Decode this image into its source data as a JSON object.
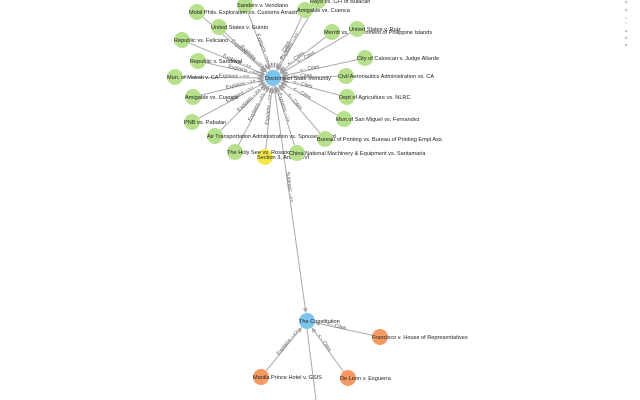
{
  "graph": {
    "colors": {
      "doctrine": "#7cc3ee",
      "case": "#b7e08c",
      "provision": "#f3e94a",
      "external": "#f29a62",
      "edge": "#aaaaaa"
    },
    "edge_labels": {
      "explains": "Explains -->>",
      "cites": "<-- Cites",
      "subtopic": "Subtopic -->>"
    },
    "nodes": [
      {
        "id": "doctrine-state-immunity",
        "label": "Doctrine of State Immunity",
        "kind": "doctrine"
      },
      {
        "id": "the-constitution",
        "label": "The Constitution",
        "kind": "doctrine"
      },
      {
        "id": "section-3-article-xvi",
        "label": "Section 3, Article XVI",
        "kind": "provision"
      },
      {
        "id": "rayo",
        "label": "Rayo vs. CFI of Bulacan",
        "kind": "case"
      },
      {
        "id": "sanders",
        "label": "Sanders v. Veridiano",
        "kind": "case"
      },
      {
        "id": "mobil",
        "label": "Mobil Phils. Exploration vs. Customs Arrastre",
        "kind": "case"
      },
      {
        "id": "amigable-top",
        "label": "Amigable vs. Cuenca",
        "kind": "case"
      },
      {
        "id": "merritt",
        "label": "Merritt vs. Government of Philippine Islands",
        "kind": "case"
      },
      {
        "id": "us-guinto",
        "label": "United States v. Guinto",
        "kind": "case"
      },
      {
        "id": "us-ruiz",
        "label": "United States v. Ruiz",
        "kind": "case"
      },
      {
        "id": "rep-feliciano",
        "label": "Republic vs. Feliciano",
        "kind": "case"
      },
      {
        "id": "rep-sandoval",
        "label": "Republic v. Sandoval",
        "kind": "case"
      },
      {
        "id": "caloocan",
        "label": "City of Caloocan v. Judge Allarde",
        "kind": "case"
      },
      {
        "id": "civil-aero",
        "label": "Civil Aeronautics Administration vs. CA",
        "kind": "case"
      },
      {
        "id": "makati",
        "label": "Mun. of Makati v. CA",
        "kind": "case"
      },
      {
        "id": "amigable-mid",
        "label": "Amigable vs. Cuenca",
        "kind": "case"
      },
      {
        "id": "dept-agri",
        "label": "Dept of Agriculture vs. NLRC",
        "kind": "case"
      },
      {
        "id": "pnb",
        "label": "PNB vs. Pabalan",
        "kind": "case"
      },
      {
        "id": "san-miguel",
        "label": "Mun.of San Miguel vs. Fernandez",
        "kind": "case"
      },
      {
        "id": "air-transport",
        "label": "Air Transportation Administration vs. Spouses David",
        "kind": "case"
      },
      {
        "id": "bureau-printing",
        "label": "Bureau of Printing vs. Bureau of Printing Empl Ass.",
        "kind": "case"
      },
      {
        "id": "holy-see",
        "label": "The Holy See vs. Rosario",
        "kind": "case"
      },
      {
        "id": "china-national",
        "label": "China National Machinery & Equipment vs. Santamaria",
        "kind": "case"
      },
      {
        "id": "francisco",
        "label": "Francisco v. House of Representatives",
        "kind": "external"
      },
      {
        "id": "manila-prince",
        "label": "Manila Prince Hotel v. GSIS",
        "kind": "external"
      },
      {
        "id": "de-leon",
        "label": "De Leon v. Esguerra",
        "kind": "external"
      }
    ],
    "edges": [
      {
        "from": "rayo",
        "to": "doctrine-state-immunity",
        "label": "explains"
      },
      {
        "from": "sanders",
        "to": "doctrine-state-immunity",
        "label": "explains"
      },
      {
        "from": "mobil",
        "to": "doctrine-state-immunity",
        "label": "explains"
      },
      {
        "from": "amigable-top",
        "to": "doctrine-state-immunity",
        "label": "cites"
      },
      {
        "from": "merritt",
        "to": "doctrine-state-immunity",
        "label": "cites"
      },
      {
        "from": "us-guinto",
        "to": "doctrine-state-immunity",
        "label": "explains"
      },
      {
        "from": "us-ruiz",
        "to": "doctrine-state-immunity",
        "label": "cites"
      },
      {
        "from": "rep-feliciano",
        "to": "doctrine-state-immunity",
        "label": "explains"
      },
      {
        "from": "rep-sandoval",
        "to": "doctrine-state-immunity",
        "label": "explains"
      },
      {
        "from": "caloocan",
        "to": "doctrine-state-immunity",
        "label": "cites"
      },
      {
        "from": "civil-aero",
        "to": "doctrine-state-immunity",
        "label": "cites"
      },
      {
        "from": "makati",
        "to": "doctrine-state-immunity",
        "label": "explains"
      },
      {
        "from": "amigable-mid",
        "to": "doctrine-state-immunity",
        "label": "explains"
      },
      {
        "from": "dept-agri",
        "to": "doctrine-state-immunity",
        "label": "cites"
      },
      {
        "from": "pnb",
        "to": "doctrine-state-immunity",
        "label": "explains"
      },
      {
        "from": "san-miguel",
        "to": "doctrine-state-immunity",
        "label": "cites"
      },
      {
        "from": "air-transport",
        "to": "doctrine-state-immunity",
        "label": "explains"
      },
      {
        "from": "bureau-printing",
        "to": "doctrine-state-immunity",
        "label": "cites"
      },
      {
        "from": "holy-see",
        "to": "doctrine-state-immunity",
        "label": "explains"
      },
      {
        "from": "china-national",
        "to": "doctrine-state-immunity",
        "label": "explains"
      },
      {
        "from": "section-3-article-xvi",
        "to": "doctrine-state-immunity",
        "label": "explains"
      },
      {
        "from": "doctrine-state-immunity",
        "to": "the-constitution",
        "label": "subtopic"
      },
      {
        "from": "francisco",
        "to": "the-constitution",
        "label": "cites"
      },
      {
        "from": "manila-prince",
        "to": "the-constitution",
        "label": "explains"
      },
      {
        "from": "de-leon",
        "to": "the-constitution",
        "label": "cites"
      }
    ]
  }
}
